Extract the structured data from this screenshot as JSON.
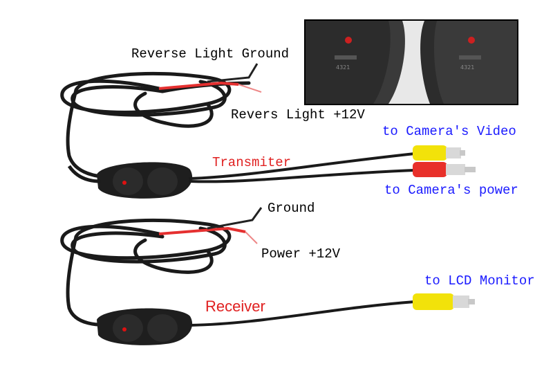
{
  "labels": {
    "reverse_light_ground": "Reverse Light Ground",
    "revers_light_12v": "Revers Light +12V",
    "to_camera_video": "to Camera's Video",
    "transmiter": "Transmiter",
    "to_camera_power": "to Camera's power",
    "ground": "Ground",
    "power_12v": "Power +12V",
    "to_lcd_monitor": "to LCD Monitor",
    "receiver": "Receiver"
  },
  "inset": {
    "left_code": "4321",
    "right_code": "4321"
  },
  "colors": {
    "black_label": "#000000",
    "blue_label": "#1a1aff",
    "red_label": "#e02020",
    "cable": "#1a1a1a",
    "rca_yellow": "#f2e20a",
    "rca_red": "#e8302a",
    "led": "#d11"
  }
}
